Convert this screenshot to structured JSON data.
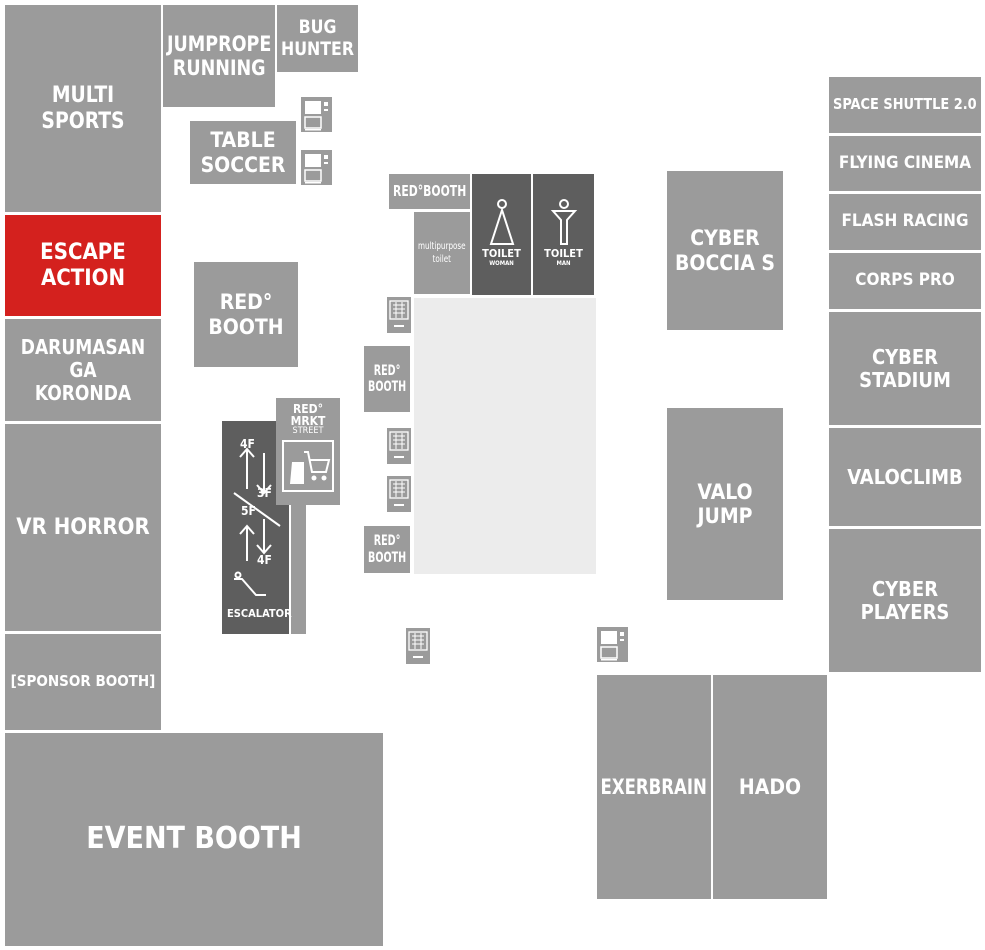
{
  "booths": {
    "multi_sports": "MULTI SPORTS",
    "jumprope": "JUMPROPE\nRUNNING",
    "bug_hunter": "BUG\nHUNTER",
    "table_soccer": "TABLE\nSOCCER",
    "escape_action": "ESCAPE\nACTION",
    "red_booth_big": "RED°\nBOOTH",
    "darumasan": "DARUMASAN GA\nKORONDA",
    "vr_horror": "VR HORROR",
    "sponsor_booth": "[SPONSOR BOOTH]",
    "event_booth": "EVENT BOOTH",
    "red_booth_top": "RED°BOOTH",
    "red_booth_mid": "RED°\nBOOTH",
    "red_booth_low": "RED°\nBOOTH",
    "multipurpose_toilet": "multipurpose\ntoilet",
    "toilet_woman": "TOILET",
    "toilet_woman_sub": "WOMAN",
    "toilet_man": "TOILET",
    "toilet_man_sub": "MAN",
    "cyber_boccia": "CYBER\nBOCCIA S",
    "valo_jump": "VALO\nJUMP",
    "space_shuttle": "SPACE SHUTTLE 2.0",
    "flying_cinema": "FLYING CINEMA",
    "flash_racing": "FLASH RACING",
    "corps_pro": "CORPS PRO",
    "cyber_stadium": "CYBER\nSTADIUM",
    "valoclimb": "VALOCLIMB",
    "cyber_players": "CYBER\nPLAYERS",
    "exerbrain": "EXERBRAIN",
    "hado": "HADO"
  },
  "escalator": {
    "f4_top": "4F",
    "f3": "3F",
    "f5": "5F",
    "f4_bottom": "4F",
    "label": "ESCALATOR"
  },
  "market": {
    "line1": "RED°",
    "line2": "MRKT",
    "line3": "STREET"
  },
  "colors": {
    "booth": "#9b9b9b",
    "dark": "#5e5e5e",
    "highlight": "#d4211e",
    "open_area": "#ececec"
  },
  "icons": [
    "vending-machine-icon",
    "woman-icon",
    "man-icon",
    "escalator-icon",
    "shopping-cart-icon"
  ]
}
